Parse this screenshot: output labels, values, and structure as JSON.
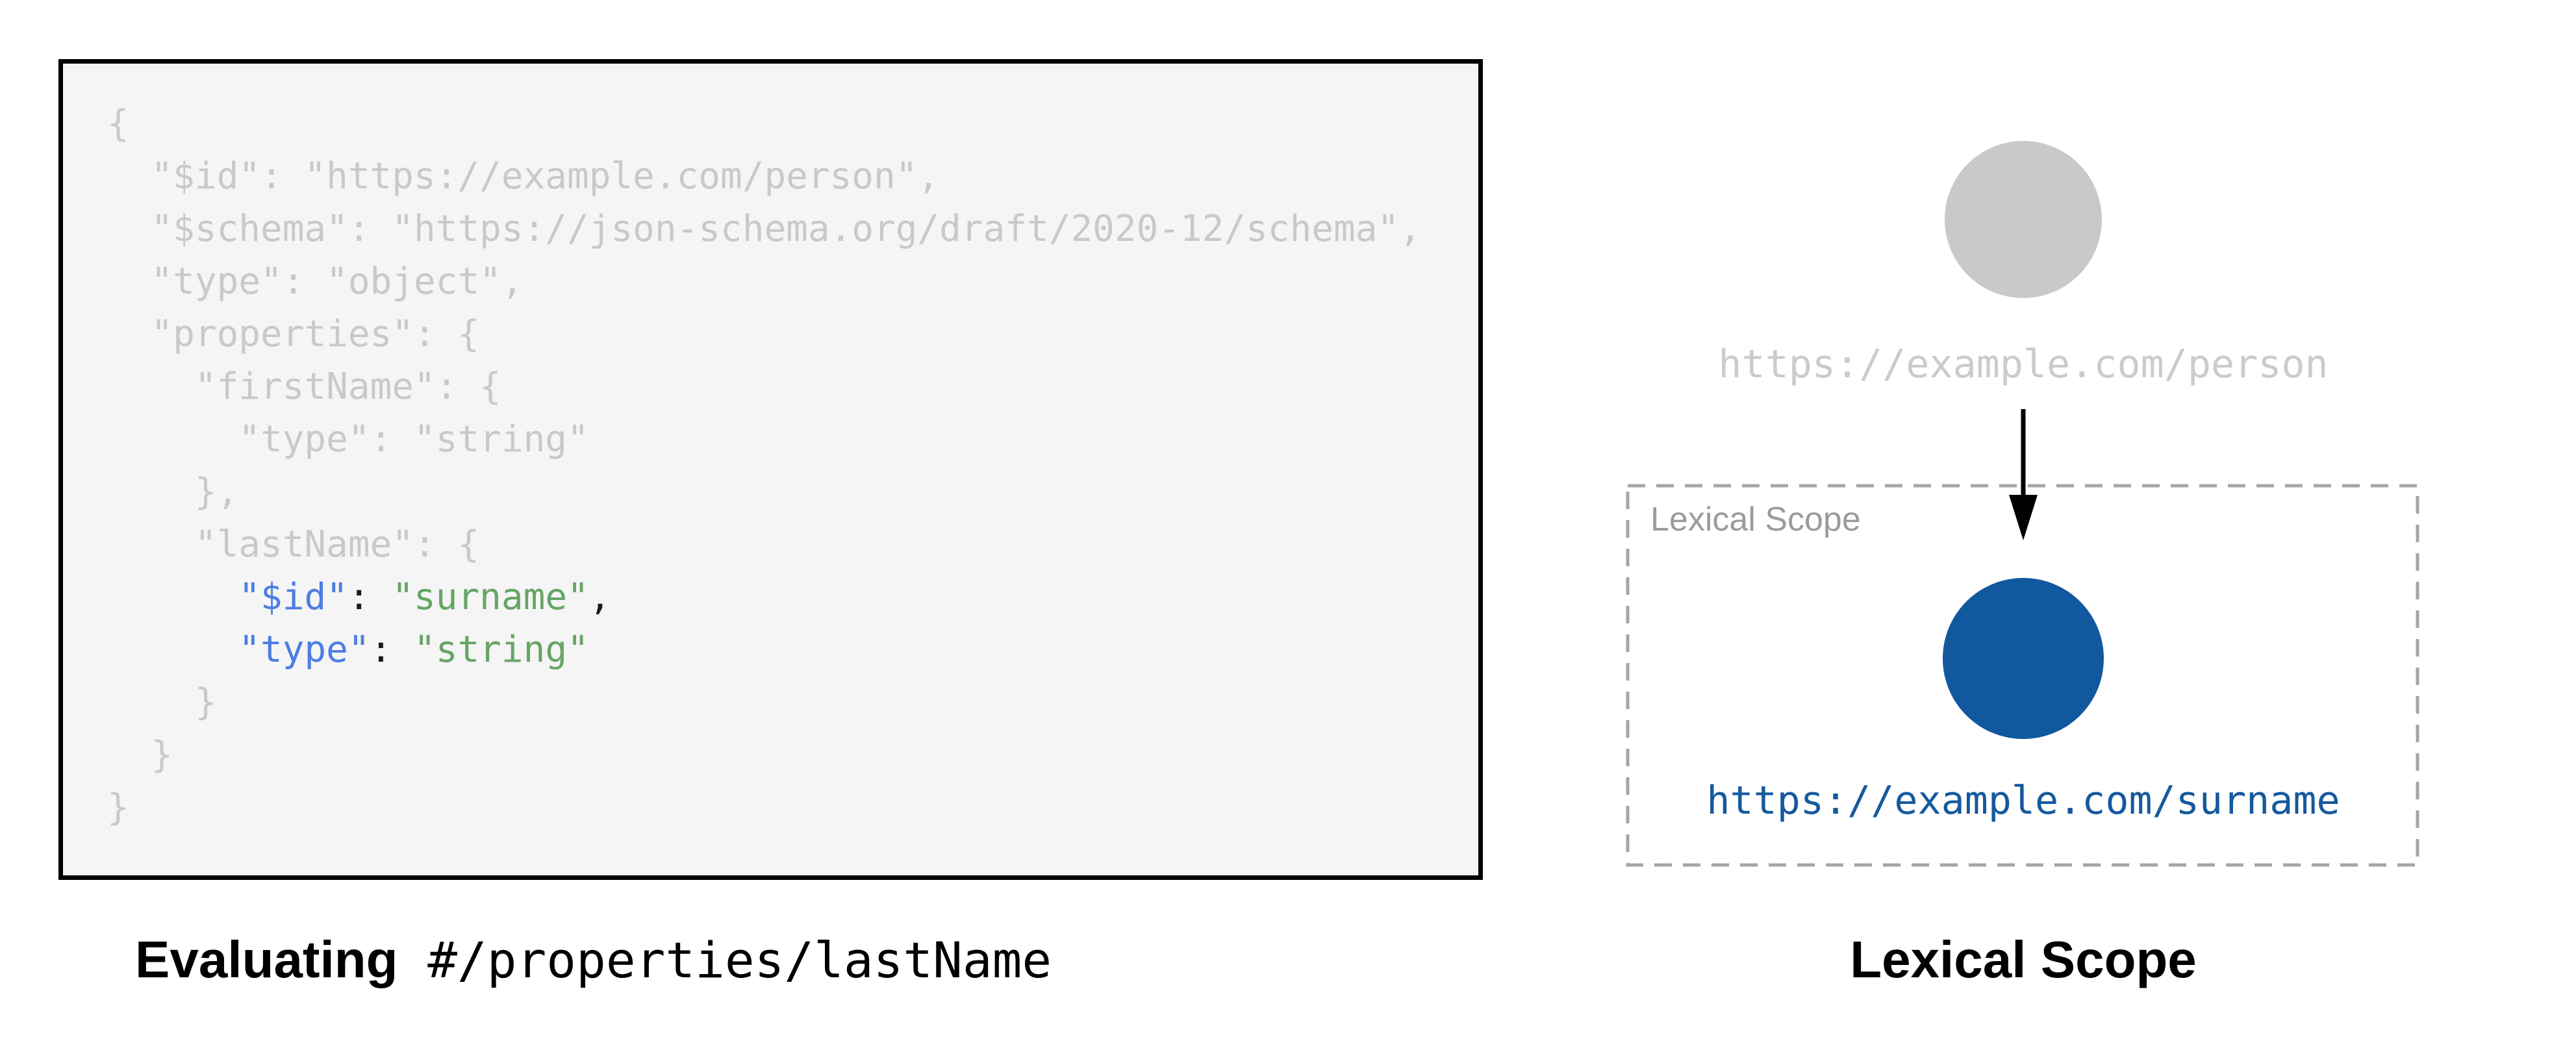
{
  "colors": {
    "page_background": "#ffffff",
    "code_box_background": "#f5f5f5",
    "code_box_border": "#000000",
    "code_dimmed_text": "#c9c9c9",
    "code_key_highlight": "#4d7de2",
    "code_value_highlight": "#67a565",
    "code_punctuation_highlight": "#1a1a1a",
    "parent_circle": "#c9c9c9",
    "parent_uri_text": "#cbcbcb",
    "child_circle": "#11589e",
    "child_uri_text": "#15599d",
    "scope_border": "#a5a5a5",
    "scope_label_text": "#9b9b9b",
    "arrow": "#000000",
    "caption_text": "#000000"
  },
  "left_panel": {
    "code_box": {
      "lines": [
        {
          "segments": [
            {
              "t": "{",
              "c": "dim"
            }
          ]
        },
        {
          "segments": [
            {
              "t": "  \"$id\": \"https://example.com/person\",",
              "c": "dim"
            }
          ]
        },
        {
          "segments": [
            {
              "t": "  \"$schema\": \"https://json-schema.org/draft/2020-12/schema\",",
              "c": "dim"
            }
          ]
        },
        {
          "segments": [
            {
              "t": "  \"type\": \"object\",",
              "c": "dim"
            }
          ]
        },
        {
          "segments": [
            {
              "t": "  \"properties\": {",
              "c": "dim"
            }
          ]
        },
        {
          "segments": [
            {
              "t": "    \"firstName\": {",
              "c": "dim"
            }
          ]
        },
        {
          "segments": [
            {
              "t": "      \"type\": \"string\"",
              "c": "dim"
            }
          ]
        },
        {
          "segments": [
            {
              "t": "    },",
              "c": "dim"
            }
          ]
        },
        {
          "segments": [
            {
              "t": "    \"lastName\": {",
              "c": "dim"
            }
          ]
        },
        {
          "segments": [
            {
              "t": "      ",
              "c": "dim"
            },
            {
              "t": "\"$id\"",
              "c": "key"
            },
            {
              "t": ": ",
              "c": "punct"
            },
            {
              "t": "\"surname\"",
              "c": "val"
            },
            {
              "t": ",",
              "c": "punct"
            }
          ]
        },
        {
          "segments": [
            {
              "t": "      ",
              "c": "dim"
            },
            {
              "t": "\"type\"",
              "c": "key"
            },
            {
              "t": ": ",
              "c": "punct"
            },
            {
              "t": "\"string\"",
              "c": "val"
            }
          ]
        },
        {
          "segments": [
            {
              "t": "    }",
              "c": "dim"
            }
          ]
        },
        {
          "segments": [
            {
              "t": "  }",
              "c": "dim"
            }
          ]
        },
        {
          "segments": [
            {
              "t": "}",
              "c": "dim"
            }
          ]
        }
      ]
    },
    "caption": {
      "prefix": "Evaluating",
      "path": " #/properties/lastName"
    }
  },
  "right_panel": {
    "parent_node": {
      "uri": "https://example.com/person"
    },
    "scope_box": {
      "label": "Lexical Scope"
    },
    "child_node": {
      "uri": "https://example.com/surname"
    },
    "caption": "Lexical Scope"
  }
}
